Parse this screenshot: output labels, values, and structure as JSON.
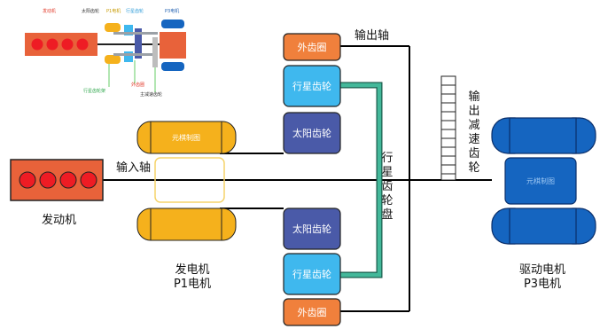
{
  "labels": {
    "engine": "发动机",
    "input_shaft": "输入轴",
    "output_shaft": "输出轴",
    "gen_motor_line1": "发电机",
    "gen_motor_line2": "P1电机",
    "drive_motor_line1": "驱动电机",
    "drive_motor_line2": "P3电机",
    "outer_ring_top": "外齿圈",
    "outer_ring_bottom": "外齿圈",
    "planet_top": "行星齿轮",
    "planet_bottom": "行星齿轮",
    "sun_top": "太阳齿轮",
    "sun_bottom": "太阳齿轮",
    "carrier_chars": [
      "行",
      "星",
      "齿",
      "轮",
      "盘"
    ],
    "reduction_chars": [
      "输",
      "出",
      "减",
      "速",
      "齿",
      "轮"
    ],
    "stator_left": "元棋制图",
    "stator_right": "元棋制图"
  },
  "thumbnail": {
    "top_labels": [
      "发动机",
      "太阳齿轮",
      "P1电机",
      "行星齿轮",
      "P3电机"
    ],
    "side_labels": [
      "行星齿轮架",
      "外齿圈",
      "主减速齿轮"
    ]
  },
  "colors": {
    "engine_fill": "#e8623a",
    "engine_circle": "#ee1c24",
    "gen_motor": "#f5b11c",
    "drive_motor": "#1565c0",
    "outer_ring": "#f0803c",
    "planet": "#3fb8ee",
    "sun": "#4a5aa8",
    "carrier": "#3aa88f"
  }
}
